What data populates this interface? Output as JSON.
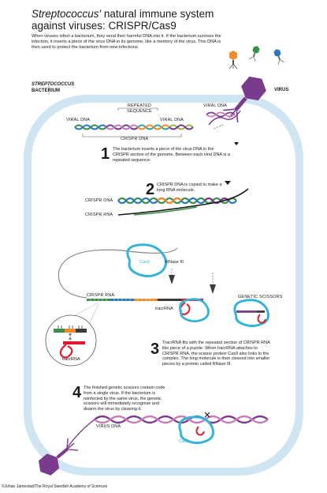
{
  "title": {
    "italic": "Streptococcus'",
    "rest": " natural immune system against viruses: CRISPR/Cas9"
  },
  "intro": "When viruses infect a bacterium, they send their harmful DNA into it. If the bacterium survives the infection, it inserts a piece of the virus DNA in its genome, like a memory of the virus. This DNA is then used to protect the bacterium from new infections.",
  "labels": {
    "bacterium_italic": "STREPTOCOCCUS",
    "bacterium": "BACTERIUM",
    "virus": "VIRUS",
    "viral_dna_left": "VIRAL DNA",
    "repeated_sequence": "REPEATED SEQUENCE",
    "viral_dna_mid": "VIRAL DNA",
    "viral_dna_right": "VIRAL DNA",
    "crispr_dna_top": "CRISPR DNA",
    "crispr_dna_2": "CRISPR DNA",
    "crispr_rna_2": "CRISPR RNA",
    "rnase": "RNase III",
    "cas9": "Cas9",
    "crispr_rna_3": "CRISPR RNA",
    "tracrrna": "tracrRNA",
    "tracrrna_zoom": "tracrRNA",
    "genetic_scissors": "GENETIC SCISSORS",
    "virus_dna": "VIRUS DNA",
    "cas9_bottom": "Cas9"
  },
  "steps": [
    {
      "num": "1",
      "text": "The bacterium inserts a piece of the virus DNA in the CRISPR section of the genome. Between each viral DNA is a repeated sequence."
    },
    {
      "num": "2",
      "text": "CRISPR DNA is copied to make a long RNA molecule."
    },
    {
      "num": "3",
      "text": "TracrRNA fits with the repeated section of CRISPR RNA like piece of a puzzle. When tracrRNA attaches to CRISPR RNA, the scissor protein Cas9 also links to the complex. The long molecule is then cleaved into smaller pieces by a protein called RNase III."
    },
    {
      "num": "4",
      "text": "The finished genetic scissors contain code from a single virus. If the bacterium is reinfected by the same virus, the genetic scissors will immediately recognise and disarm the virus by cleaving it."
    }
  ],
  "credit": "©Johan Jarnestad/The Royal Swedish Academy of Sciences",
  "colors": {
    "cell_fill": "#cfe6f2",
    "cell_stroke": "#bcdcec",
    "viral_purple": "#7b3b8c",
    "cas9_blue": "#35b4d6",
    "tracr_red": "#e0192e",
    "seg_green": "#3a8f4a",
    "seg_orange": "#f08a2a",
    "seg_blue": "#2e78b7",
    "seg_teal": "#2aa6a0",
    "seg_pink": "#c67bb8"
  }
}
